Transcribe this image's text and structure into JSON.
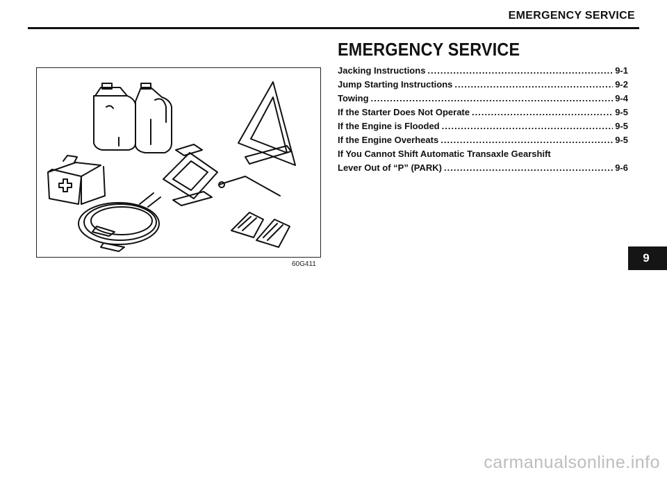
{
  "header": {
    "running_title": "EMERGENCY SERVICE"
  },
  "figure": {
    "code": "60G411",
    "items": [
      "oil-jug-icon",
      "coolant-jug-icon",
      "warning-triangle-icon",
      "first-aid-kit-icon",
      "scissor-jack-icon",
      "jack-handle-icon",
      "jumper-cables-icon",
      "wheel-chocks-icon"
    ]
  },
  "section": {
    "title": "EMERGENCY SERVICE"
  },
  "toc": {
    "entries": [
      {
        "label": "Jacking Instructions",
        "page": "9-1"
      },
      {
        "label": "Jump Starting Instructions",
        "page": "9-2"
      },
      {
        "label": "Towing",
        "page": "9-4"
      },
      {
        "label": "If the Starter Does Not Operate",
        "page": "9-5"
      },
      {
        "label": "If the Engine is Flooded",
        "page": "9-5"
      },
      {
        "label": "If the Engine Overheats",
        "page": "9-5"
      },
      {
        "label": "If You Cannot Shift Automatic Transaxle Gearshift",
        "continuation": "Lever Out of “P” (PARK)",
        "page": "9-6"
      }
    ]
  },
  "chapter_tab": {
    "number": "9"
  },
  "watermark": {
    "text": "carmanualsonline.info"
  }
}
